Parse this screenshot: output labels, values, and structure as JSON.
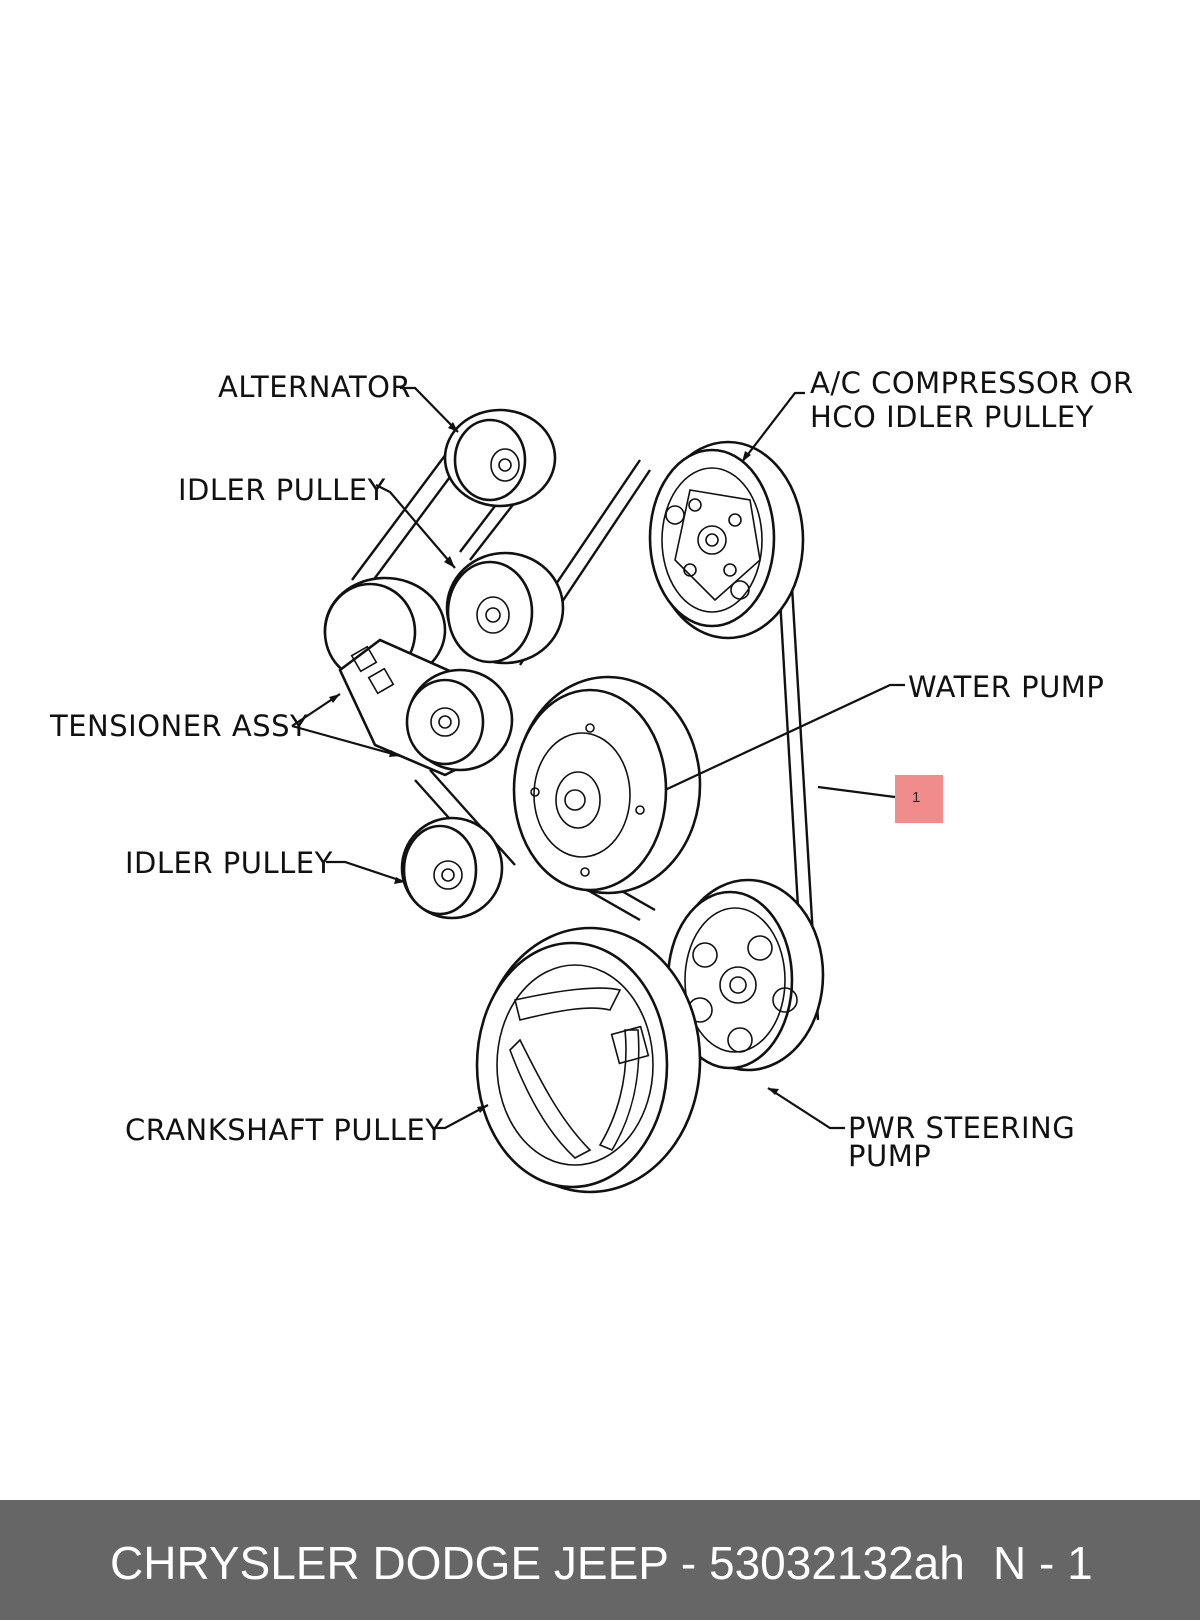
{
  "labels": {
    "alternator": "ALTERNATOR",
    "idler_pulley_top": "IDLER PULLEY",
    "ac_line1": "A/C COMPRESSOR OR",
    "ac_line2": "HCO IDLER PULLEY",
    "water_pump": "WATER PUMP",
    "tensioner": "TENSIONER ASSY",
    "idler_pulley_bottom": "IDLER PULLEY",
    "crankshaft": "CRANKSHAFT PULLEY",
    "pwr_line1": "PWR STEERING",
    "pwr_line2": "PUMP"
  },
  "callout": {
    "number": "1",
    "color": "#f08c8c"
  },
  "footer": {
    "part_text": "CHRYSLER DODGE JEEP - 53032132ah",
    "position_text": "N - 1",
    "background": "#666666"
  }
}
